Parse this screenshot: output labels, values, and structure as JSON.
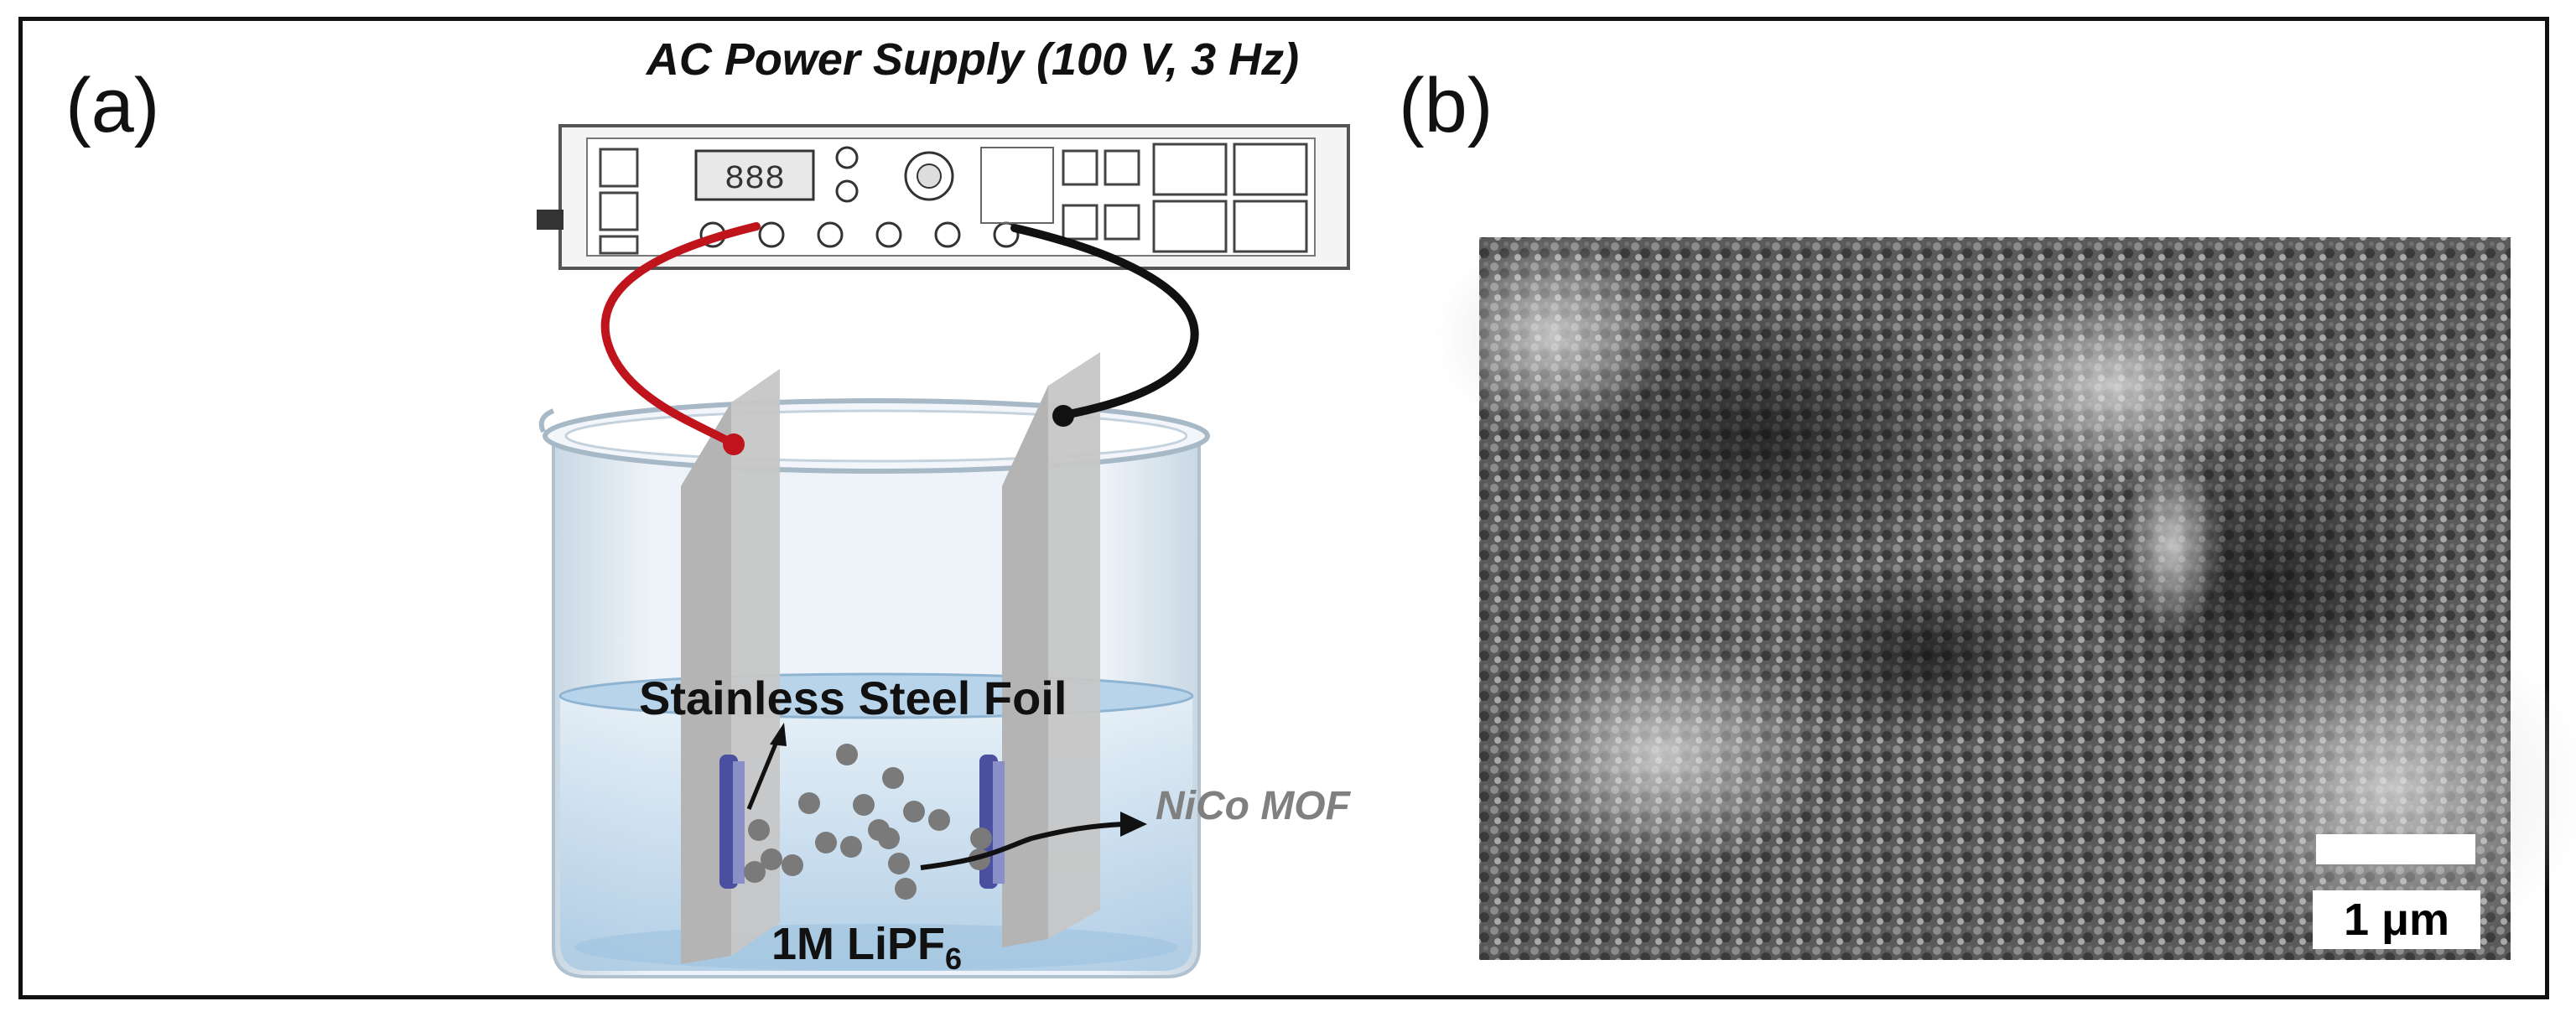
{
  "panels": {
    "a": {
      "label": "(a)",
      "power_supply_title": "AC Power Supply  (100 V,  3 Hz)",
      "electrode_label": "Stainless Steel  Foil",
      "particle_label": "NiCo MOF",
      "electrolyte_label_main": "1M LiPF",
      "electrolyte_label_sub": "6"
    },
    "b": {
      "label": "(b)",
      "scale_bar_label": "1 μm"
    }
  },
  "colors": {
    "positive_wire": "#c0141c",
    "negative_wire": "#111111",
    "electrolyte": "#bcd6ea",
    "electrode_clip": "#4a4fa0",
    "particle": "#7a7a7a",
    "mof_label": "#808080"
  }
}
